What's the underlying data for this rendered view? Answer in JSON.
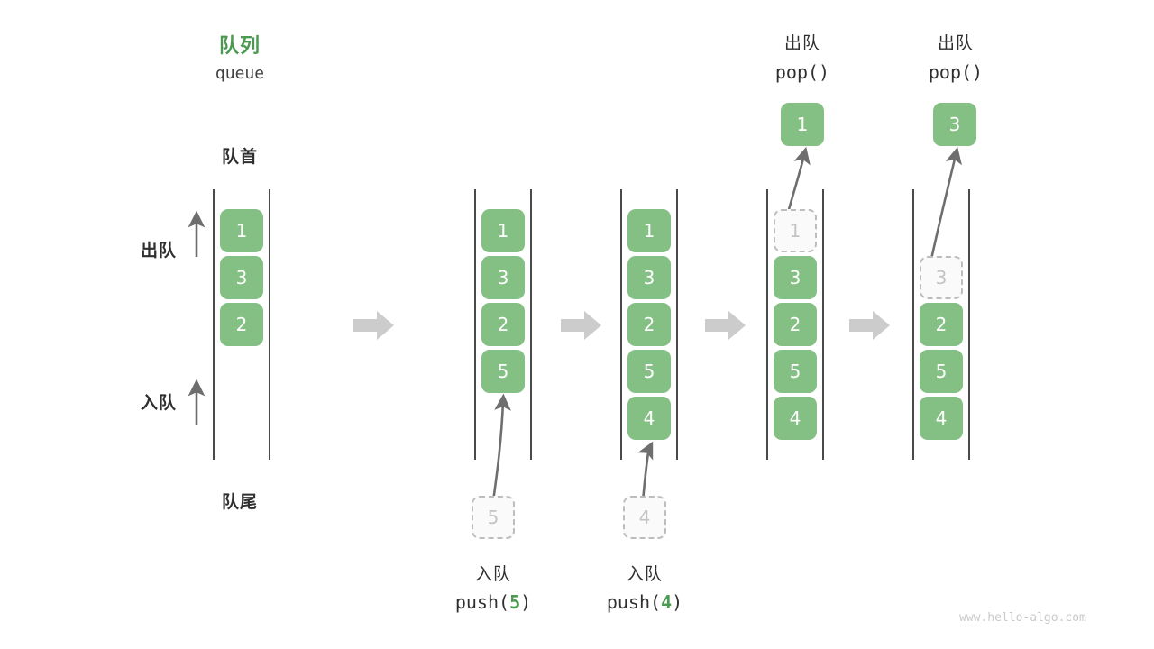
{
  "diagram": {
    "title_cn": "队列",
    "title_code": "queue",
    "front_label": "队首",
    "rear_label": "队尾",
    "dequeue_label": "出队",
    "enqueue_label": "入队",
    "watermark": "www.hello-algo.com",
    "accent_green": "#4c9a51",
    "node_green": "#84bf84",
    "ghost_gray": "#c4c4c4",
    "rail_color": "#4a4a4a",
    "arrow_gray": "#cccccc",
    "curve_arrow_color": "#6e6e6e"
  },
  "steps": [
    {
      "id": "initial",
      "caption_cn": "",
      "caption_code": "",
      "nodes": [
        {
          "value": "1",
          "ghost": false
        },
        {
          "value": "3",
          "ghost": false
        },
        {
          "value": "2",
          "ghost": false
        }
      ],
      "incoming": null,
      "outgoing": null
    },
    {
      "id": "push-5",
      "caption_cn": "入队",
      "caption_code_prefix": "push(",
      "caption_code_value": "5",
      "caption_code_suffix": ")",
      "nodes": [
        {
          "value": "1",
          "ghost": false
        },
        {
          "value": "3",
          "ghost": false
        },
        {
          "value": "2",
          "ghost": false
        },
        {
          "value": "5",
          "ghost": false
        }
      ],
      "incoming": {
        "value": "5"
      },
      "outgoing": null
    },
    {
      "id": "push-4",
      "caption_cn": "入队",
      "caption_code_prefix": "push(",
      "caption_code_value": "4",
      "caption_code_suffix": ")",
      "nodes": [
        {
          "value": "1",
          "ghost": false
        },
        {
          "value": "3",
          "ghost": false
        },
        {
          "value": "2",
          "ghost": false
        },
        {
          "value": "5",
          "ghost": false
        },
        {
          "value": "4",
          "ghost": false
        }
      ],
      "incoming": {
        "value": "4"
      },
      "outgoing": null
    },
    {
      "id": "pop-1",
      "header_cn": "出队",
      "header_code": "pop()",
      "nodes": [
        {
          "value": "1",
          "ghost": true
        },
        {
          "value": "3",
          "ghost": false
        },
        {
          "value": "2",
          "ghost": false
        },
        {
          "value": "5",
          "ghost": false
        },
        {
          "value": "4",
          "ghost": false
        }
      ],
      "incoming": null,
      "outgoing": {
        "value": "1"
      }
    },
    {
      "id": "pop-3",
      "header_cn": "出队",
      "header_code": "pop()",
      "nodes": [
        {
          "value": "3",
          "ghost": true
        },
        {
          "value": "2",
          "ghost": false
        },
        {
          "value": "5",
          "ghost": false
        },
        {
          "value": "4",
          "ghost": false
        }
      ],
      "node_start_index": 1,
      "incoming": null,
      "outgoing": {
        "value": "3"
      }
    }
  ],
  "transitions": [
    {
      "id": "t1"
    },
    {
      "id": "t2"
    },
    {
      "id": "t3"
    },
    {
      "id": "t4"
    }
  ],
  "chart_data": {
    "type": "diagram",
    "title": "队列 queue",
    "sequence": [
      {
        "op": "initial",
        "queue": [
          "1",
          "3",
          "2"
        ]
      },
      {
        "op": "push(5)",
        "queue": [
          "1",
          "3",
          "2",
          "5"
        ]
      },
      {
        "op": "push(4)",
        "queue": [
          "1",
          "3",
          "2",
          "5",
          "4"
        ]
      },
      {
        "op": "pop()",
        "returns": "1",
        "queue": [
          "3",
          "2",
          "5",
          "4"
        ]
      },
      {
        "op": "pop()",
        "returns": "3",
        "queue": [
          "2",
          "5",
          "4"
        ]
      }
    ]
  }
}
